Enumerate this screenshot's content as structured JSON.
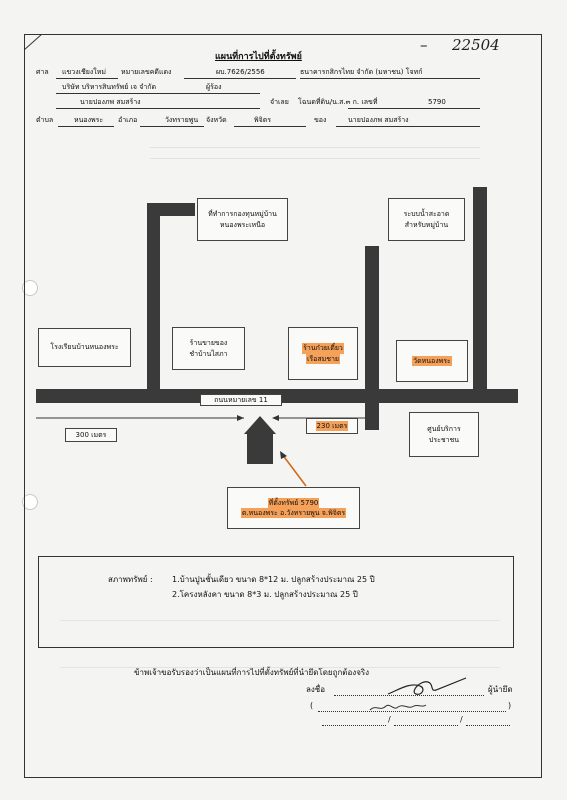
{
  "handwritten": {
    "dash": "–",
    "number": "22504"
  },
  "header": {
    "title": "แผนที่การไปที่ตั้งทรัพย์",
    "court_label": "ศาล",
    "court_value": "แขวงเชียงใหม่",
    "case_label": "หมายเลขคดีแดง",
    "case_value": "ผบ.7626/2556",
    "plaintiff": "ธนาคารกสิกรไทย จำกัด (มหาชน) โจทก์",
    "company": "บริษัท บริหารสินทรัพย์ เจ จำกัด",
    "company_role": "ผู้ร้อง",
    "defendant": "นายปองภพ สมสร้าง",
    "defendant_role": "จำเลย",
    "deed_label": "โฉนดที่ดิน/น.ส.๓ ก. เลขที่",
    "deed_value": "5790",
    "subdistrict_label": "ตำบล",
    "subdistrict_value": "หนองพระ",
    "district_label": "อำเภอ",
    "district_value": "วังทรายพูน",
    "province_label": "จังหวัด",
    "province_value": "พิจิตร",
    "owner_label": "ของ",
    "owner_value": "นายปองภพ สมสร้าง"
  },
  "map": {
    "landmarks": {
      "village_office": [
        "ที่ทำการกองทุนหมู่บ้าน",
        "หนองพระเหนือ"
      ],
      "water_supply": [
        "ระบบน้ำสะอาด",
        "สำหรับหมู่บ้าน"
      ],
      "school": "โรงเรียนบ้านหนองพระ",
      "grocery": [
        "ร้านขายของ",
        "ชำบ้านไสภา"
      ],
      "noodle_shop": [
        "ร้านก๋วยเตี๋ยว",
        "เรือสมชาย"
      ],
      "temple": "วัดหนองพระ",
      "service_center": [
        "ศูนย์บริการ",
        "ประชาชน"
      ]
    },
    "road_label": "ถนนหมายเลข 11",
    "distance_left": "300 เมตร",
    "distance_right": "230 เมตร",
    "property_location": [
      "ที่ตั้งทรัพย์ 5790",
      "ต.หนองพระ อ.วังทรายพูน จ.พิจิตร"
    ]
  },
  "property": {
    "label": "สภาพทรัพย์ :",
    "line1": "1.บ้านปูนชั้นเดียว ขนาด 8*12 ม. ปลูกสร้างประมาณ 25 ปี",
    "line2": "2.โครงหลังคา ขนาด 8*3 ม. ปลูกสร้างประมาณ 25 ปี"
  },
  "certification": {
    "statement": "ข้าพเจ้าขอรับรองว่าเป็นแผนที่การไปที่ตั้งทรัพย์ที่นำยึดโดยถูกต้องจริง",
    "sign_label": "ลงชื่อ",
    "sign_role": "ผู้นำยึด",
    "open_paren": "(",
    "close_paren": ")",
    "date_sep": "/"
  },
  "colors": {
    "road": "#3a3a3a",
    "highlight": "#f6a15a",
    "paper": "#f4f4f2"
  }
}
